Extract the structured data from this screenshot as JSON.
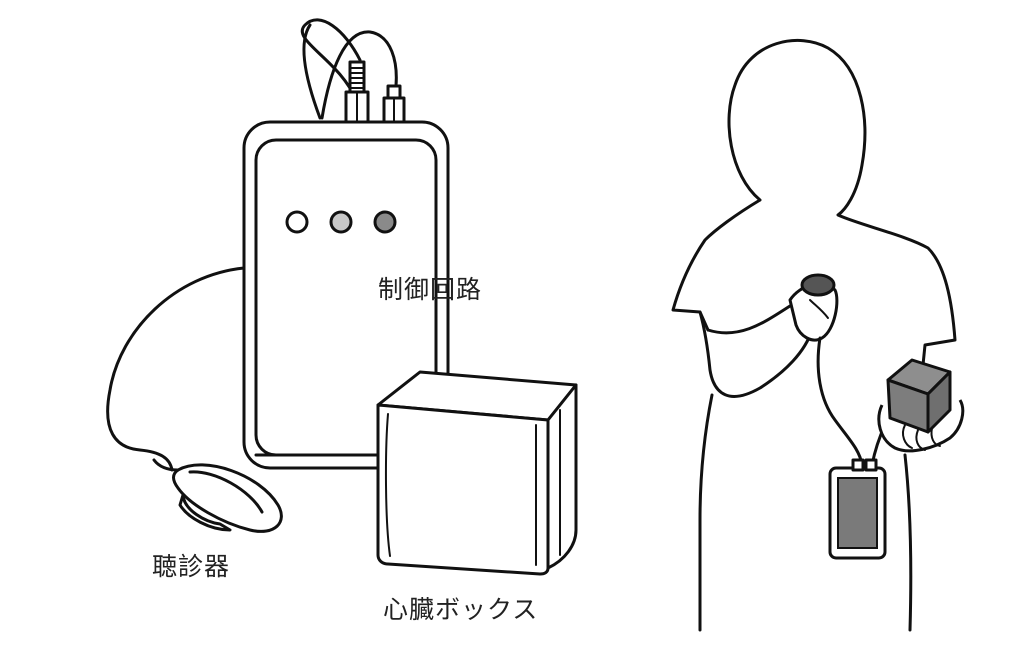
{
  "labels": {
    "control_circuit": "制御回路",
    "stethoscope": "聴診器",
    "heart_box": "心臓ボックス"
  },
  "colors": {
    "line": "#111111",
    "background": "#ffffff",
    "indicator_light": "#ffffff",
    "indicator_mid": "#c8c8c8",
    "indicator_dark": "#8a8a8a",
    "cube_top": "#8e8e8e",
    "cube_side": "#6f6f6f",
    "cube_front": "#7d7d7d",
    "phone_screen": "#7a7a7a",
    "text": "#222222"
  }
}
